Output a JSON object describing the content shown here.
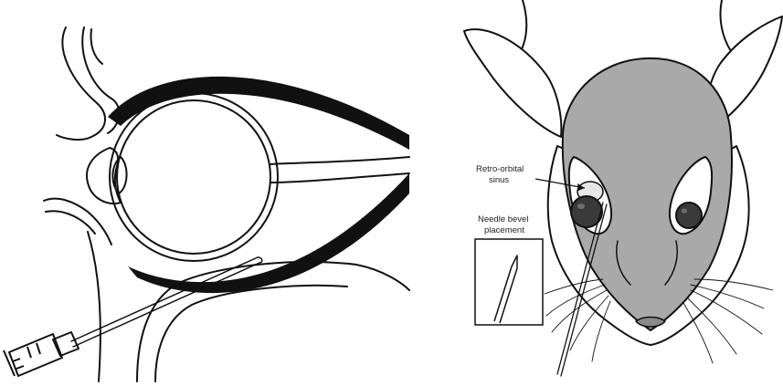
{
  "figure": {
    "labels": {
      "retro_orbital_line1": "Retro-orbital",
      "retro_orbital_line2": "sinus",
      "needle_bevel_line1": "Needle bevel",
      "needle_bevel_line2": "placement"
    },
    "colors": {
      "ink": "#111111",
      "head_fill": "#a9a9a9",
      "eye_fill": "#3a3a3a",
      "background": "#ffffff"
    },
    "icons": [
      "eye-cross-section",
      "syringe",
      "mouse-head",
      "needle-bevel"
    ]
  }
}
